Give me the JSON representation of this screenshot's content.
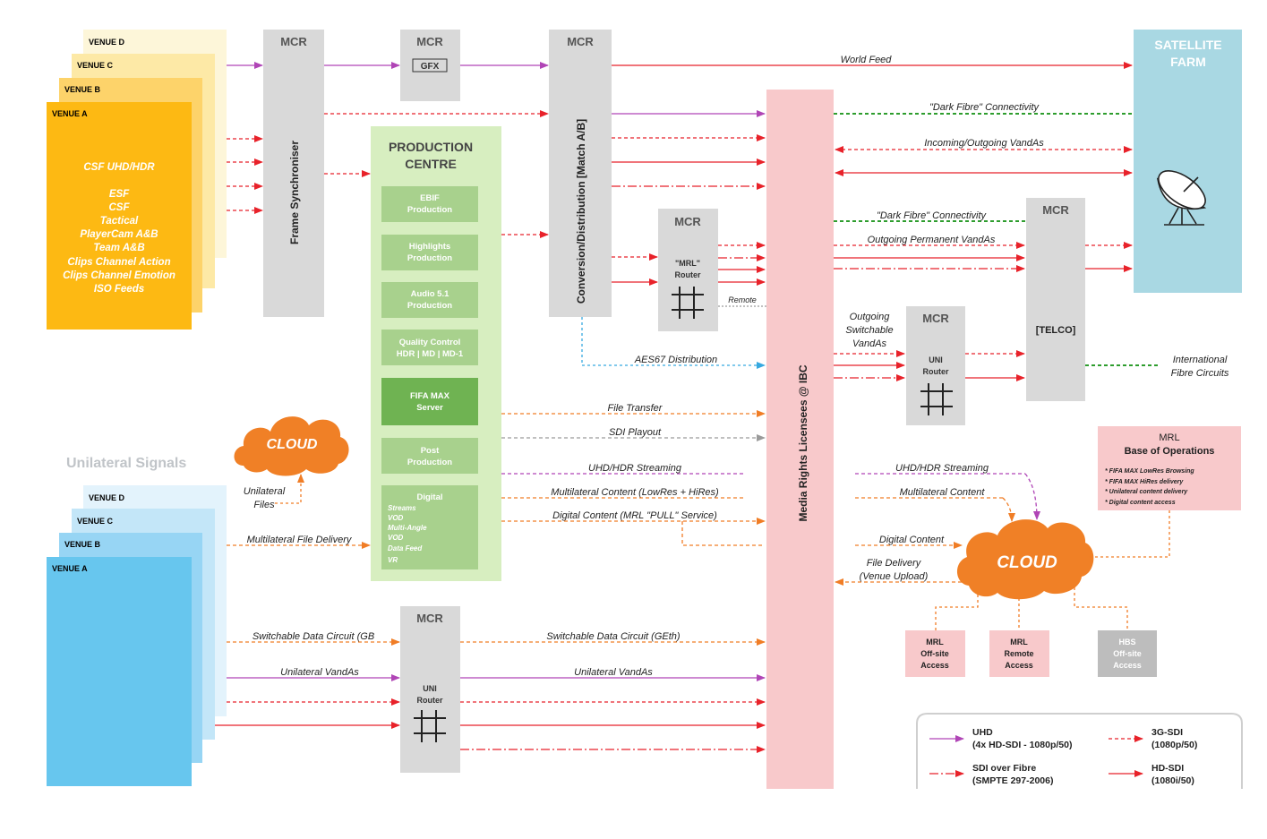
{
  "colors": {
    "venue_yellow": [
      "#fdf6d9",
      "#fde9a6",
      "#fdd36a",
      "#fdb913"
    ],
    "venue_blue": [
      "#e3f3fc",
      "#c3e6f8",
      "#97d5f4",
      "#67c6ee"
    ],
    "mcr_grey": "#d9d9d9",
    "satellite_blue": "#a9d8e3",
    "production_green": "#d7eec0",
    "production_box": "#a8d18d",
    "fifa_max_box": "#6fb352",
    "mrl_pink": "#f8c9cb",
    "cloud_orange": "#f08026",
    "line_red": "#e8222a",
    "line_purple": "#b045b6",
    "line_orange": "#f07d26",
    "line_blue": "#36a9e0",
    "line_green": "#2e9d2e",
    "line_grey": "#9a9a9a"
  },
  "venues_top": [
    "VENUE D",
    "VENUE C",
    "VENUE B",
    "VENUE A"
  ],
  "venue_a_feeds": [
    "CSF UHD/HDR",
    "",
    "ESF",
    "CSF",
    "Tactical",
    "PlayerCam A&B",
    "Team A&B",
    "Clips Channel Action",
    "Clips Channel Emotion",
    "ISO Feeds"
  ],
  "unilateral_title": "Unilateral Signals",
  "venues_bottom": [
    "VENUE D",
    "VENUE C",
    "VENUE B",
    "VENUE A"
  ],
  "mcr_label": "MCR",
  "frame_synchroniser": "Frame Synchroniser",
  "gfx": "GFX",
  "conversion": "Conversion/Distribution [Match A/B]",
  "production": {
    "title1": "PRODUCTION",
    "title2": "CENTRE",
    "boxes": [
      {
        "l1": "EBIF",
        "l2": "Production"
      },
      {
        "l1": "Highlights",
        "l2": "Production"
      },
      {
        "l1": "Audio 5.1",
        "l2": "Production"
      },
      {
        "l1": "Quality Control",
        "l2": "HDR | MD | MD-1"
      },
      {
        "l1": "FIFA MAX",
        "l2": "Server"
      },
      {
        "l1": "Post",
        "l2": "Production"
      }
    ],
    "digital_title": "Digital",
    "digital_items": [
      "Streams",
      "VOD",
      "Multi-Angle",
      "VOD",
      "Data Feed",
      "VR"
    ]
  },
  "satellite": {
    "l1": "SATELLITE",
    "l2": "FARM"
  },
  "mrl_ibc": "Media Rights Licensees @ IBC",
  "router_mrl": {
    "l1": "\"MRL\"",
    "l2": "Router"
  },
  "router_uni": {
    "l1": "UNI",
    "l2": "Router"
  },
  "telco": "[TELCO]",
  "cloud": "CLOUD",
  "mrl_base": {
    "title1": "MRL",
    "title2": "Base of Operations",
    "items": [
      "* FIFA MAX LowRes Browsing",
      "* FIFA MAX HiRes delivery",
      "* Unilateral content delivery",
      "* Digital content access"
    ]
  },
  "access_boxes": [
    {
      "l1": "MRL",
      "l2": "Off-site",
      "l3": "Access"
    },
    {
      "l1": "MRL",
      "l2": "Remote",
      "l3": "Access"
    },
    {
      "l1": "HBS",
      "l2": "Off-site",
      "l3": "Access"
    }
  ],
  "labels": {
    "world_feed": "World Feed",
    "dark_fibre_1": "\"Dark Fibre\" Connectivity",
    "incoming_outgoing": "Incoming/Outgoing VandAs",
    "dark_fibre_2": "\"Dark Fibre\" Connectivity",
    "outgoing_permanent": "Outgoing Permanent VandAs",
    "remote": "Remote",
    "outgoing_switchable_1": "Outgoing",
    "outgoing_switchable_2": "Switchable",
    "outgoing_switchable_3": "VandAs",
    "aes67": "AES67 Distribution",
    "intl_fibre_1": "International",
    "intl_fibre_2": "Fibre Circuits",
    "file_transfer": "File Transfer",
    "sdi_playout": "SDI Playout",
    "uhd_streaming_left": "UHD/HDR Streaming",
    "multilateral_lowres": "Multilateral Content (LowRes + HiRes)",
    "digital_content_pull": "Digital Content (MRL \"PULL\" Service)",
    "unilateral_files_1": "Unilateral",
    "unilateral_files_2": "Files",
    "multilateral_file_delivery": "Multilateral File Delivery",
    "uhd_streaming_right": "UHD/HDR Streaming",
    "multilateral_content": "Multilateral Content",
    "digital_content": "Digital Content",
    "file_delivery_1": "File Delivery",
    "file_delivery_2": "(Venue Upload)",
    "switchable_gb": "Switchable Data Circuit (GB",
    "switchable_geth": "Switchable Data Circuit (GEth)",
    "unilateral_vandas_left": "Unilateral VandAs",
    "unilateral_vandas_right": "Unilateral VandAs"
  },
  "legend": [
    {
      "l1": "UHD",
      "l2": "(4x HD-SDI - 1080p/50)"
    },
    {
      "l1": "3G-SDI",
      "l2": "(1080p/50)"
    },
    {
      "l1": "SDI over Fibre",
      "l2": "(SMPTE 297-2006)"
    },
    {
      "l1": "HD-SDI",
      "l2": "(1080i/50)"
    }
  ]
}
